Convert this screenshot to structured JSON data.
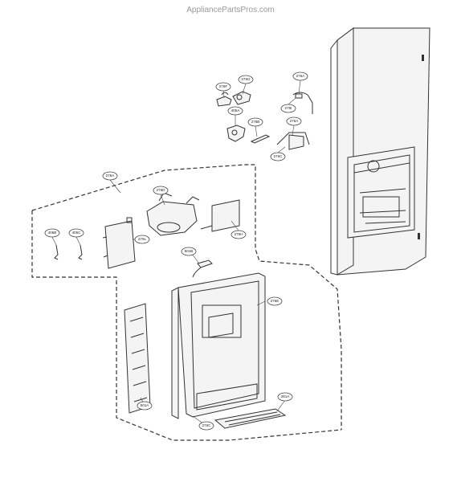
{
  "watermark": "AppliancePartsPros.com",
  "labels": {
    "l276f": "276F",
    "l276g": "276G",
    "l276a_top": "276A",
    "l276i": "276I",
    "l405a": "405A",
    "l276b": "276B",
    "l275a": "275A",
    "l276c": "276C",
    "l276a": "276A",
    "l276d": "276D",
    "l276h": "276H",
    "l405b": "405B",
    "l405c": "405C",
    "l276l": "276L",
    "l501b": "501B",
    "l276e": "276E",
    "l501a": "501A",
    "l281a": "281A",
    "l276c_bottom": "276C"
  }
}
